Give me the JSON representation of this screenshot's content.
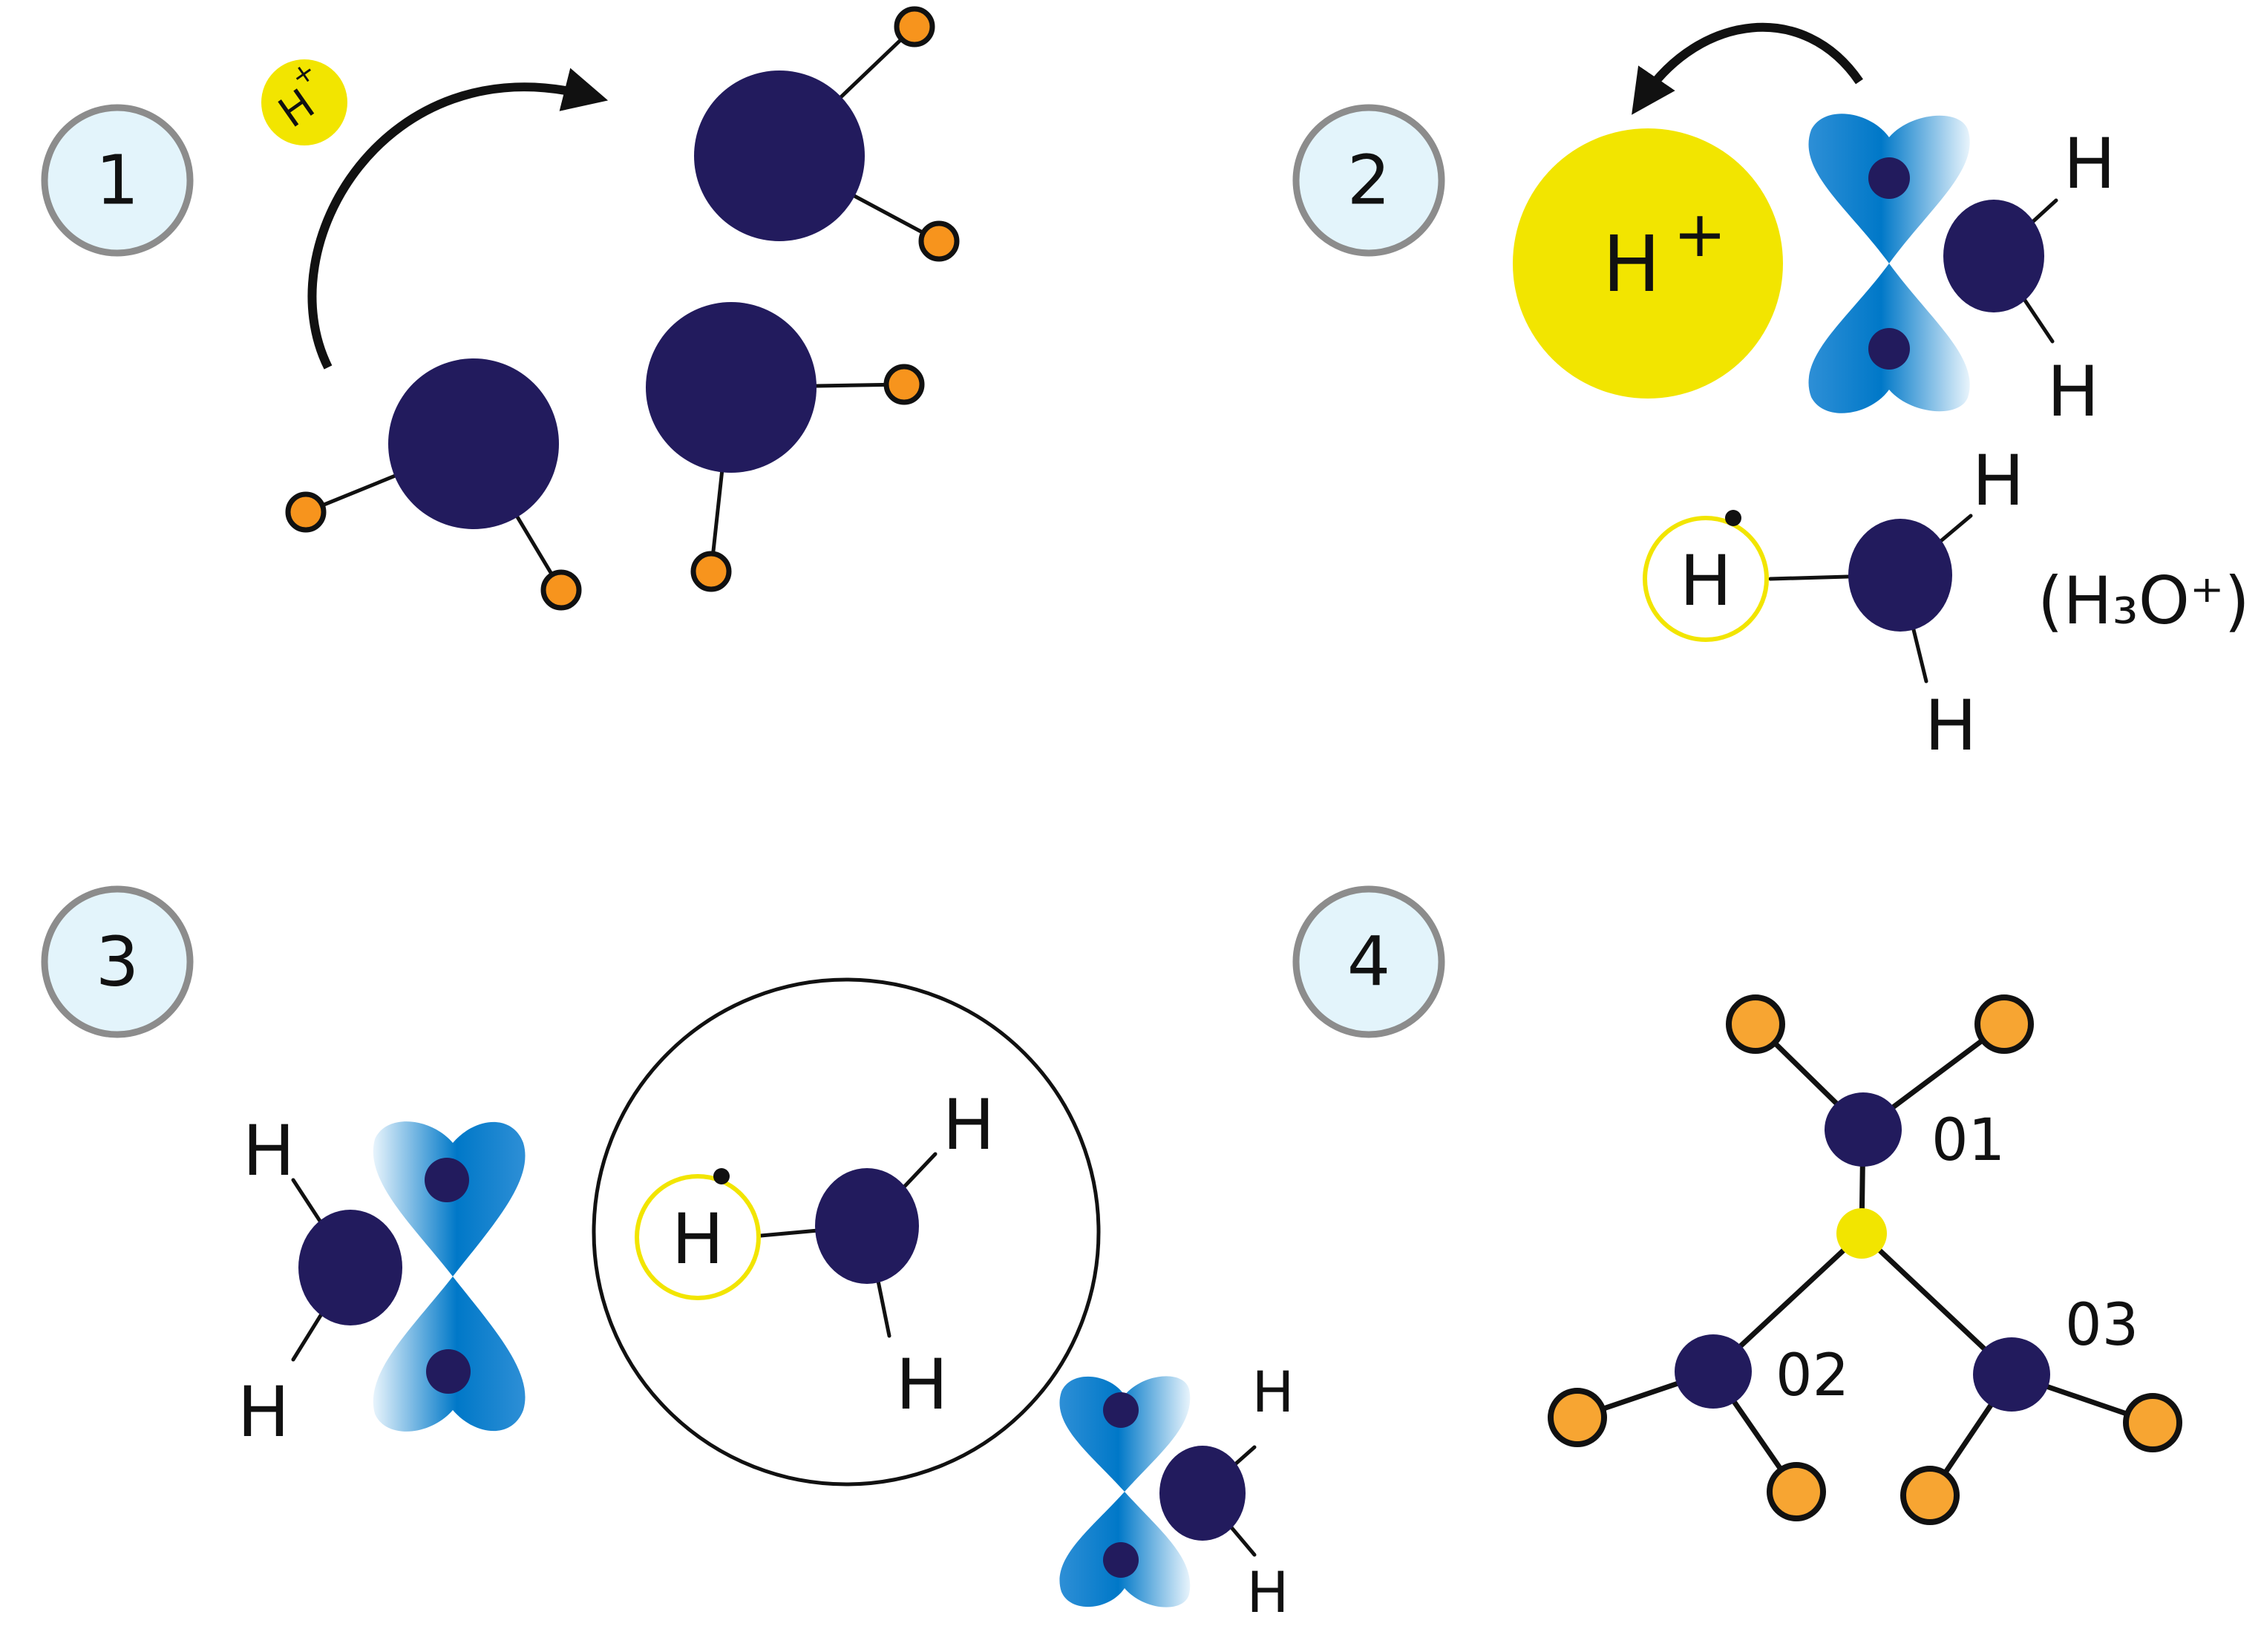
{
  "colors": {
    "oxygen": "#221b5d",
    "hydrogen": "#f7941d",
    "proton": "#f2e500",
    "lone_pair": "#0078c8",
    "badge_fill": "#e3f4fb",
    "badge_ring": "#8c8c8c"
  },
  "steps": [
    {
      "number": "1"
    },
    {
      "number": "2"
    },
    {
      "number": "3"
    },
    {
      "number": "4"
    }
  ],
  "panel1": {
    "proton_label": "H",
    "proton_charge": "+"
  },
  "panel2": {
    "proton_label": "H",
    "proton_charge": "+",
    "water_h": [
      "H",
      "H"
    ],
    "hydronium_h": [
      "H",
      "H",
      "H"
    ],
    "hydronium_formula": "(H₃O⁺)"
  },
  "panel3": {
    "left_water_h": [
      "H",
      "H"
    ],
    "hydronium_h": [
      "H",
      "H",
      "H"
    ],
    "right_water_h": [
      "H",
      "H"
    ]
  },
  "panel4": {
    "oxygen_labels": [
      "01",
      "02",
      "03"
    ]
  }
}
